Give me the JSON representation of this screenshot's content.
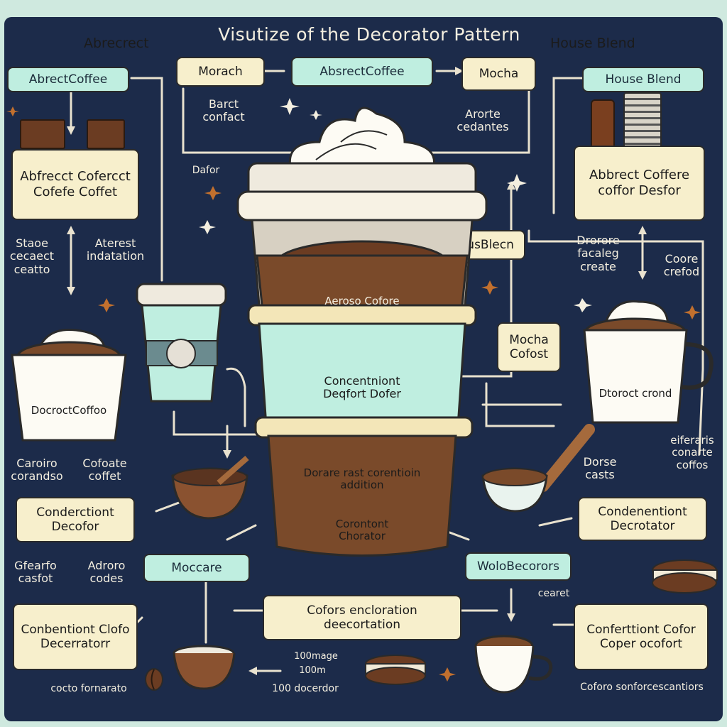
{
  "title": "Visutize of the Decorator Pattern",
  "corners": {
    "top_left": "Abrecrect",
    "top_right": "House Blend"
  },
  "boxes": {
    "abstract_coffee_tl": "AbrectCoffee",
    "morach": "Morach",
    "abstract_coffee_top": "AbsrectCoffee",
    "mocha_top": "Mocha",
    "house_blend_tr": "House Blend",
    "abstract_coffee_left": "Abfrecct Cofercct Cofefe Coffet",
    "abstract_coffee_right": "Abbrect Coffere coffor Desfor",
    "housblecn": "HousBlecn",
    "mocha_cofost": "Mocha Cofost",
    "condenctiont_left": "Conderctiont Decofor",
    "condenctiont_right": "Condenentiont Decrotator",
    "moccare": "Moccare",
    "wolobecorors": "WoloBecorors",
    "cofors_center": "Cofors encloration deecortation",
    "conbentiont_left": "Conbentiont Clofo Decerratorr",
    "confentiont_right": "Conferttiont Cofor Coper ocofort"
  },
  "labels": {
    "barct_confact": "Barct confact",
    "arorte_cedantes": "Arorte cedantes",
    "dafor": "Dafor",
    "staoe_cecaect": "Staoe cecaect ceatto",
    "aterest_indatation": "Aterest indatation",
    "drorore_facaleg": "Drorore facaleg create",
    "coore_crefod": "Coore crefod",
    "decroct_coffee": "DocroctCoffoo",
    "dtoroct_crond": "Dtoroct crond",
    "caroiro_corandso": "Caroiro corandso",
    "cofoate_coffet": "Cofoate coffet",
    "dorse_casts": "Dorse casts",
    "eiferans": "eiferaris conarte coffos",
    "gfeafo_casfot": "Gfearfo casfot",
    "adroro_codes": "Adroro codes",
    "cearet": "cearet",
    "cocto_fornarato": "cocto fornarato",
    "times_top": "100mage",
    "times_mid": "100m",
    "times_low": "100 docerdor",
    "bottom_right": "Coforo sonforcescantiors"
  },
  "cup_text": {
    "top": "Aeroso Cofore",
    "mid": "Concentniont Deqfort Dofer",
    "low1": "Dorare rast corentioin addition",
    "low2": "Corontont Chorator"
  },
  "colors": {
    "background": "#1c2b4a",
    "panel_border": "#cfe9df",
    "box_cream": "#f7efcc",
    "box_mint": "#bfeee0",
    "coffee_brown": "#7a4a2a",
    "cream_white": "#fdfbf4",
    "line_color": "#e9e2cf"
  }
}
